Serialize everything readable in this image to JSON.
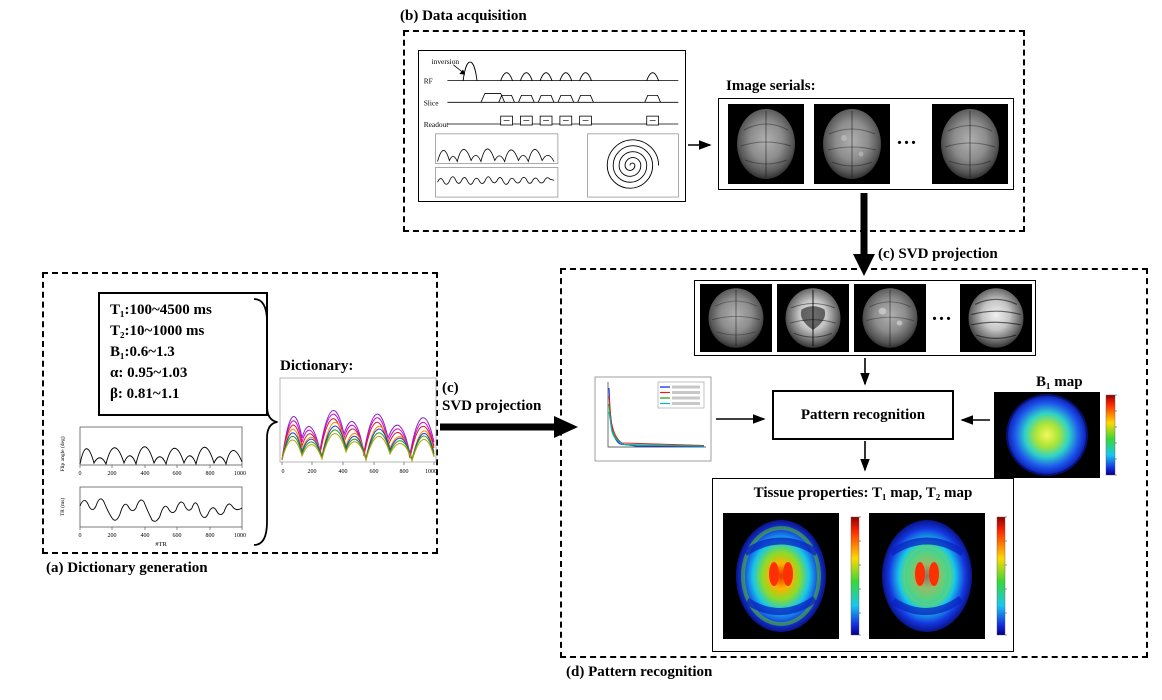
{
  "figure": {
    "section_a_label": "(a) Dictionary generation",
    "section_b_label": "(b) Data acquisition",
    "section_d_label": "(d) Pattern recognition",
    "svd_projection_top_label": "(c) SVD projection",
    "svd_projection_left_c": "(c)",
    "svd_projection_left_text": "SVD projection"
  },
  "acquisition": {
    "inversion_label": "inversion",
    "rf_label": "RF",
    "slice_label": "Slice",
    "readout_label": "Readout",
    "image_serials_label": "Image serials:",
    "ellipsis": "..."
  },
  "dictionary": {
    "params": {
      "t1": "T₁:100~4500 ms",
      "t2": "T₂:10~1000 ms",
      "b1": "B₁:0.6~1.3",
      "alpha": "α: 0.95~1.03",
      "beta": "β: 0.81~1.1"
    },
    "label": "Dictionary:",
    "fa_plot_ylabel": "Flip angle (deg)",
    "tr_plot_ylabel": "TR (ms)",
    "x_axis_label": "#TR",
    "xticks": [
      "0",
      "200",
      "400",
      "600",
      "800",
      "1000"
    ]
  },
  "recognition": {
    "ellipsis": "...",
    "pattern_box_label": "Pattern recognition",
    "b1_map_label": "B₁ map",
    "tissue_title": "Tissue properties: T₁ map, T₂ map"
  }
}
